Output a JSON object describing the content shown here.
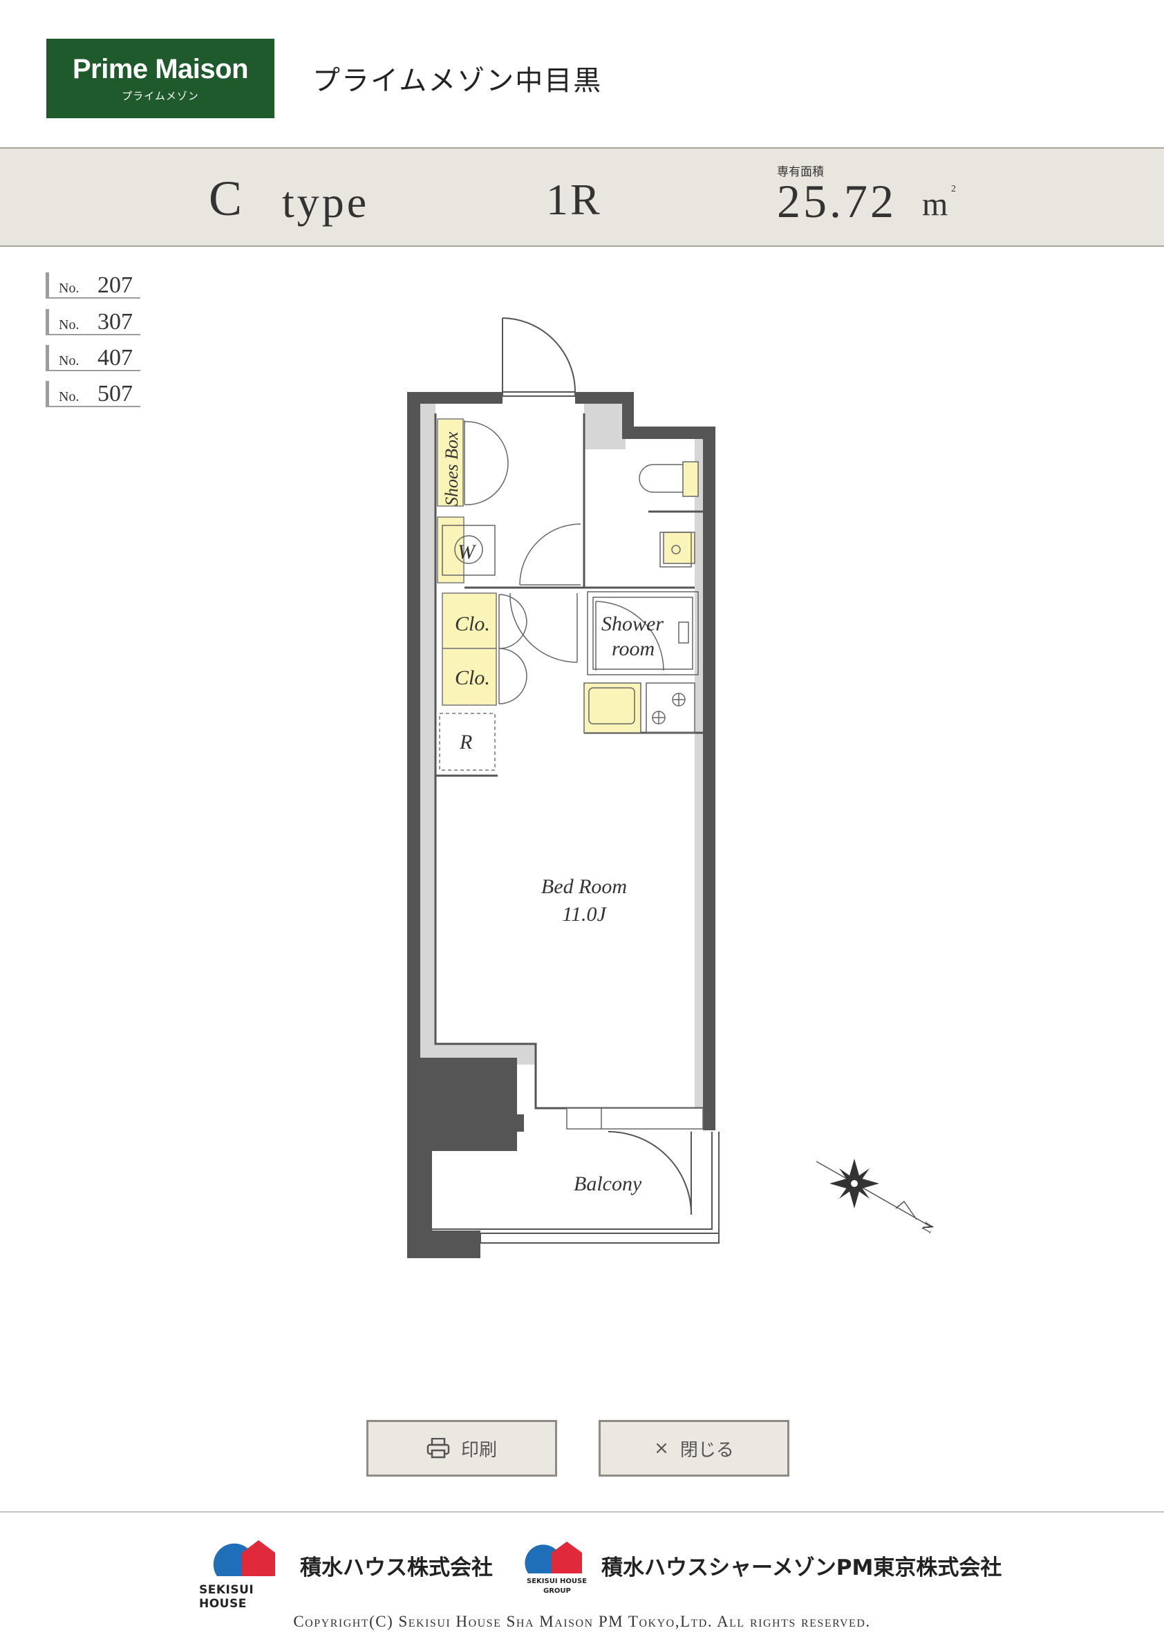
{
  "header": {
    "logo_main": "Prime Maison",
    "logo_sub": "プライムメゾン",
    "building_name": "プライムメゾン中目黒"
  },
  "summary": {
    "type_letter": "C",
    "type_word": "type",
    "layout": "1R",
    "area_label": "専有面積",
    "area_value": "25.72",
    "area_unit": "m",
    "area_sup": "2"
  },
  "unit_numbers": {
    "prefix": "No.",
    "items": [
      "207",
      "307",
      "407",
      "507"
    ]
  },
  "floorplan": {
    "labels": {
      "shoes_box": "Shoes Box",
      "washer": "W",
      "closet_1": "Clo.",
      "closet_2": "Clo.",
      "fridge": "R",
      "shower_line1": "Shower",
      "shower_line2": "room",
      "bedroom_name": "Bed Room",
      "bedroom_size": "11.0J",
      "balcony": "Balcony",
      "north": "N"
    },
    "colors": {
      "wall": "#555555",
      "wall_light": "#d6d6d6",
      "fixture_yellow": "#fbf4b8"
    }
  },
  "actions": {
    "print_label": "印刷",
    "close_label": "閉じる",
    "close_glyph": "×"
  },
  "footer": {
    "logo1_caption": "SEKISUI HOUSE",
    "company1": "積水ハウス株式会社",
    "logo2_caption_1": "SEKISUI HOUSE",
    "logo2_caption_2": "GROUP",
    "company2": "積水ハウスシャーメゾンPM東京株式会社",
    "copyright": "Copyright(C) Sekisui House Sha Maison PM Tokyo,Ltd. All rights reserved.",
    "brand_red": "#e0293a",
    "brand_blue": "#1f6fb8"
  }
}
